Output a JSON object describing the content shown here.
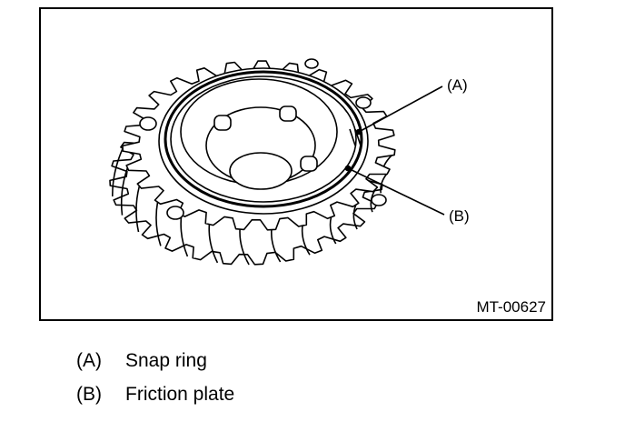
{
  "figure": {
    "subject": "gear-with-snap-ring-and-friction-plate",
    "figure_id": "MT-00627",
    "callouts": [
      {
        "key": "(A)"
      },
      {
        "key": "(B)"
      }
    ]
  },
  "legend": [
    {
      "key": "(A)",
      "label": "Snap ring"
    },
    {
      "key": "(B)",
      "label": "Friction plate"
    }
  ]
}
